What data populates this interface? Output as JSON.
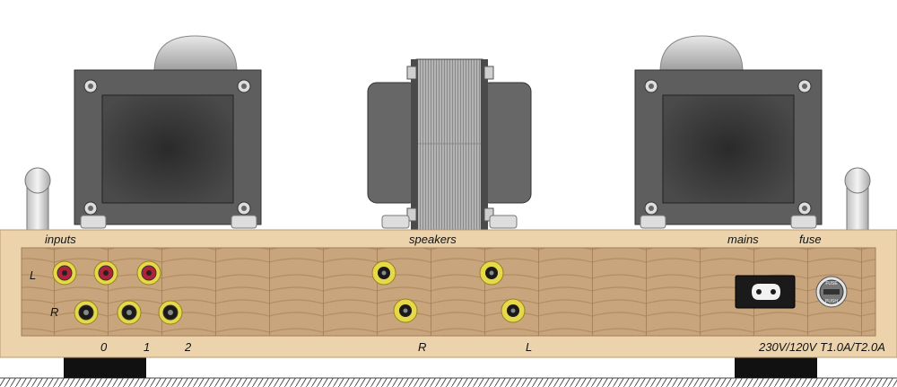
{
  "labels": {
    "inputs": "inputs",
    "speakers": "speakers",
    "mains": "mains",
    "fuse": "fuse",
    "row_left": "L",
    "row_right": "R",
    "input_1": "0",
    "input_2": "1",
    "input_3": "2",
    "speaker_right": "R",
    "speaker_left": "L",
    "rating": "230V/120V T1.0A/T2.0A",
    "fuse_cap_text_top": "FUSE",
    "fuse_cap_text_bottom": "PUSH"
  },
  "colors": {
    "wood_light": "#ecd3ac",
    "wood_panel": "#c9a680",
    "transformer_body": "#5c5c5c",
    "transformer_face": "#3a3a3a",
    "rca_gold": "#e7d84a",
    "rca_red_center": "#b0213a",
    "rca_black_center": "#1a1a1a",
    "feet": "#111111"
  }
}
